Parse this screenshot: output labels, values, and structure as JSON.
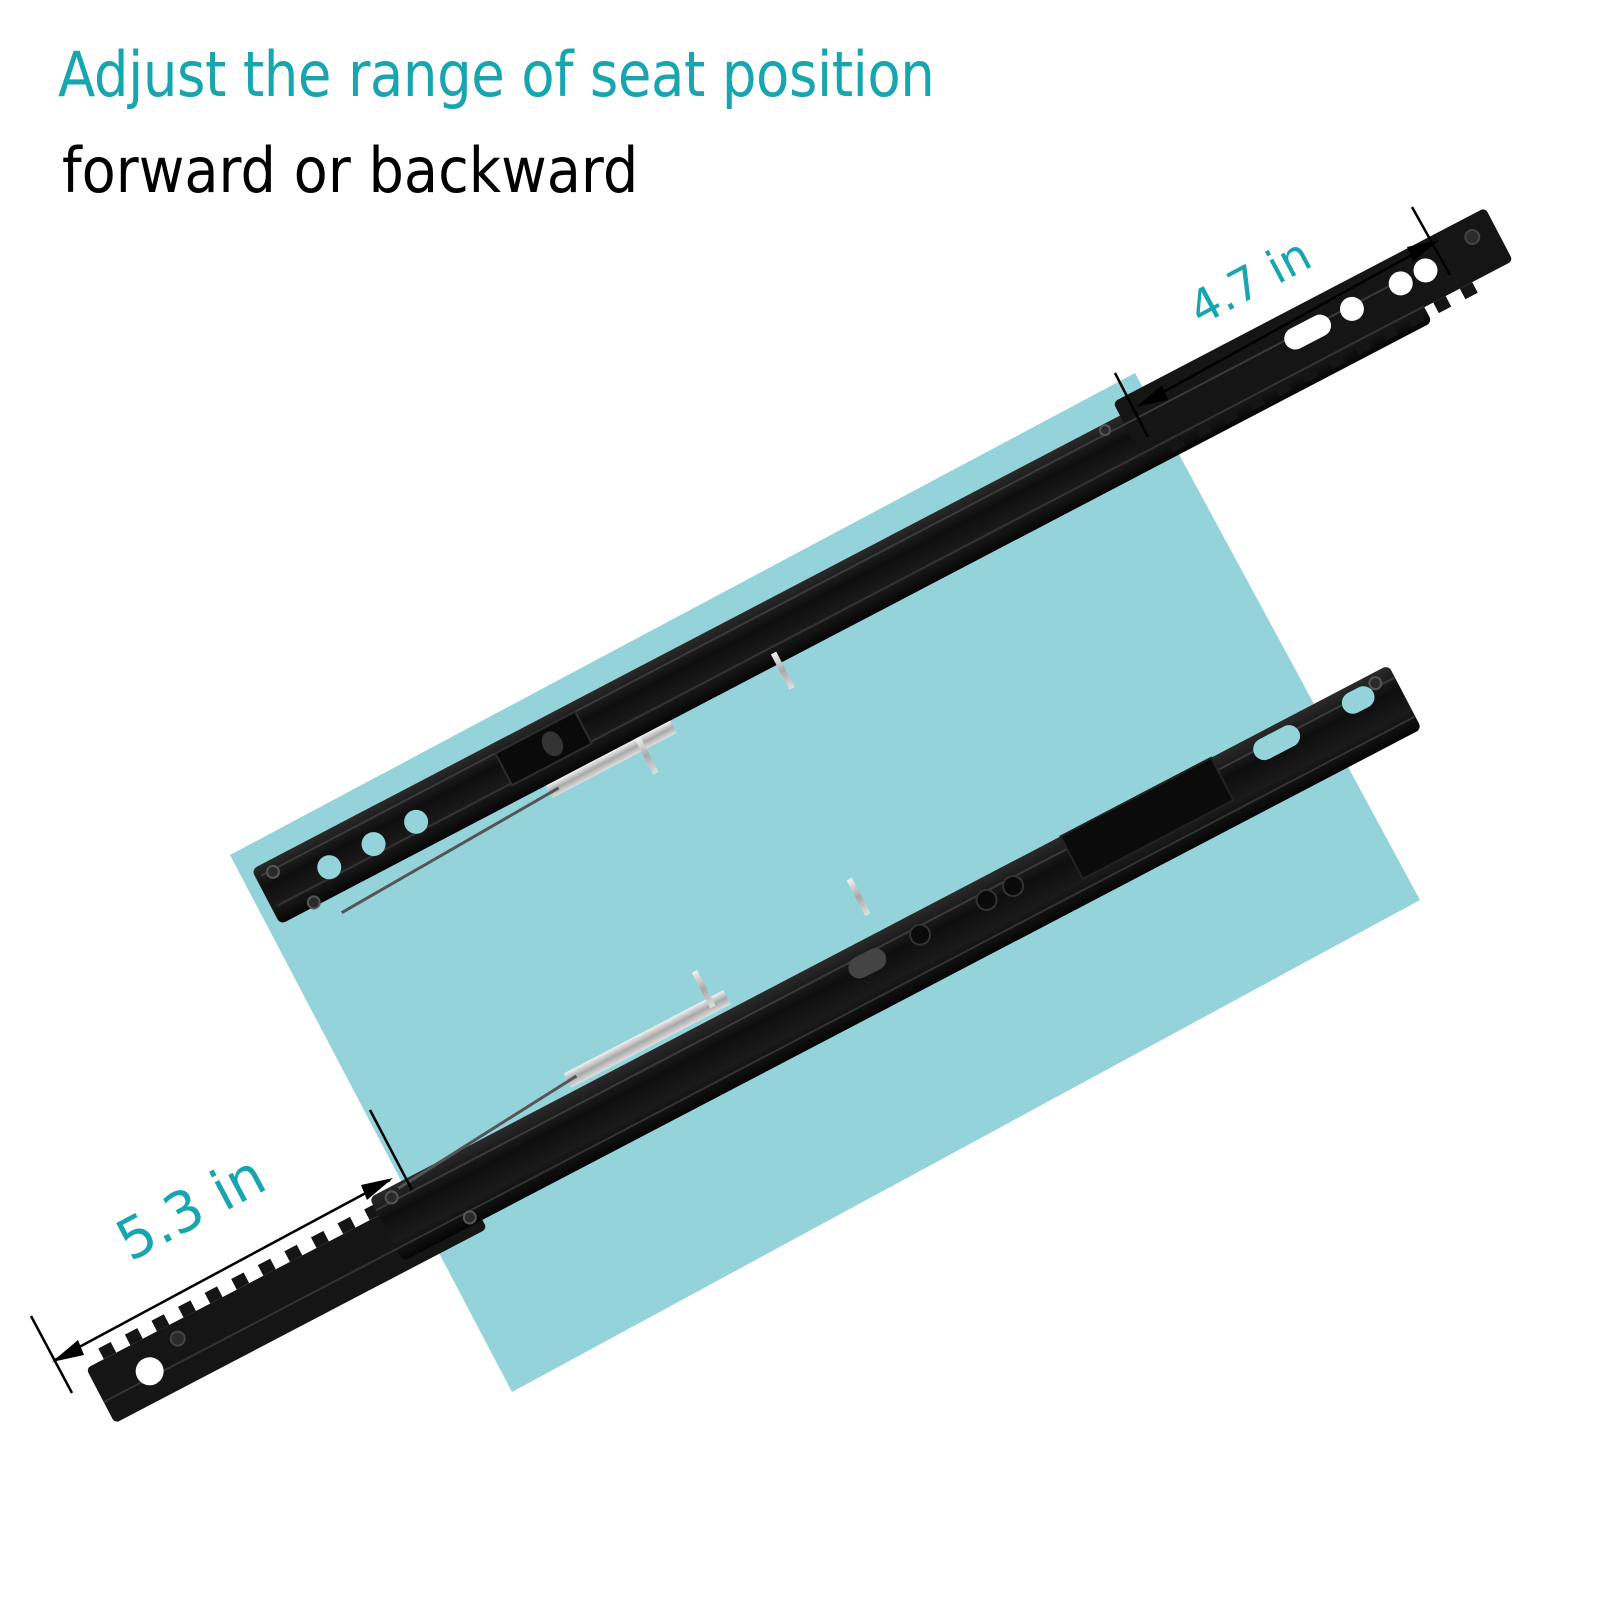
{
  "header": {
    "title": "Adjust the range of seat position",
    "subtitle": "forward or backward"
  },
  "dimensions": {
    "top_right": {
      "value": "4.7 in"
    },
    "bottom_left": {
      "value": "5.3 in"
    }
  },
  "colors": {
    "accent_teal": "#17A5B0",
    "background_panel": "#94D3D9",
    "rail": "#141414",
    "text_dark": "#000000"
  },
  "product": {
    "item": "seat slider rails",
    "count": 2
  }
}
